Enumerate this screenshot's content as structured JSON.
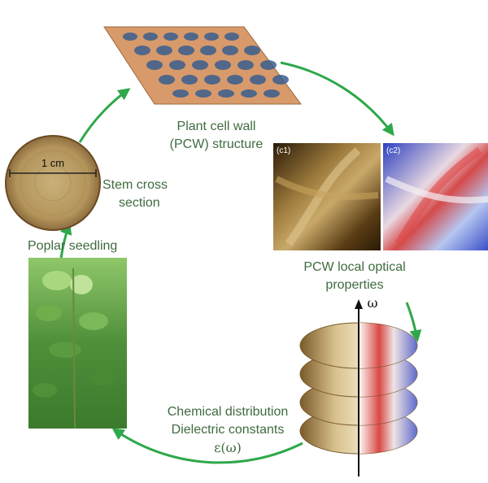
{
  "labels": {
    "pcw_structure_line1": "Plant cell wall",
    "pcw_structure_line2": "(PCW) structure",
    "stem_line1": "Stem cross",
    "stem_line2": "section",
    "scale_bar": "1 cm",
    "seedling": "Poplar seedling",
    "optical_line1": "PCW local optical",
    "optical_line2": "properties",
    "chem_line1": "Chemical distribution",
    "chem_line2": "Dielectric constants",
    "chem_line3": "ε(ω)",
    "omega_axis": "ω",
    "panel_c1": "(c1)",
    "panel_c2": "(c2)"
  },
  "colors": {
    "cycle_arrow": "#2ea84a",
    "label_text": "#3f6b3f"
  }
}
